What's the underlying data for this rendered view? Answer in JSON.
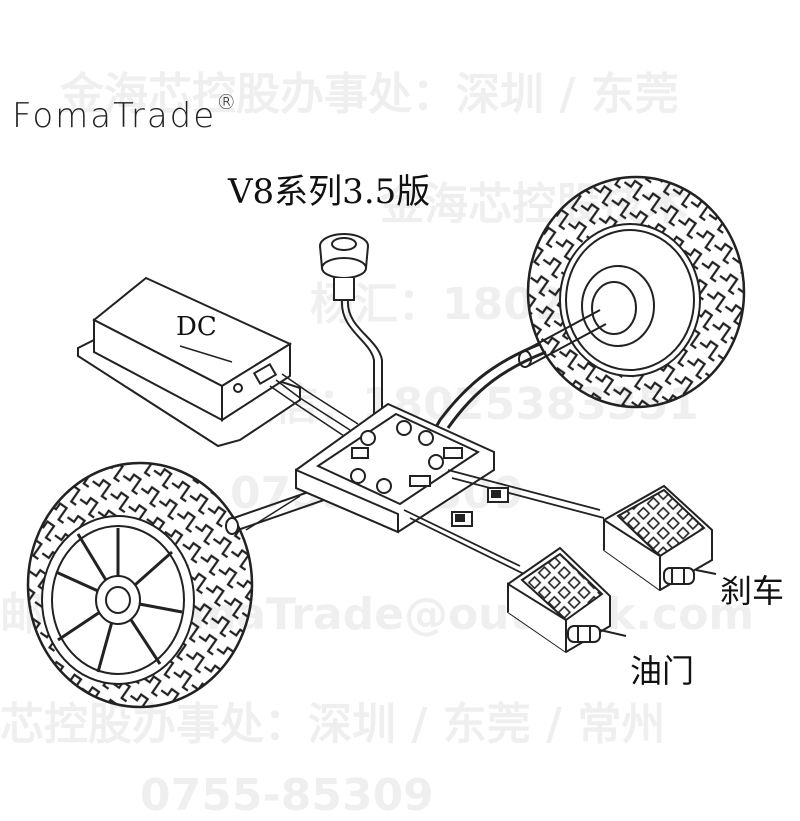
{
  "brand": {
    "name": "FomaTrade",
    "mark": "®"
  },
  "title": "V8系列3.5版",
  "labels": {
    "dc": "DC",
    "brake": "刹车",
    "throttle": "油门"
  },
  "watermark": {
    "line1": "金海芯控股办事处：深圳 / 东莞",
    "line2": "金海芯控股技术",
    "line3": "杨汇：1802532",
    "line4": "微信：18025383351",
    "line5": "0755-85309",
    "line6": "邮箱：FomaTrade@outlook.com",
    "line7": "芯控股办事处：深圳 / 东莞 / 常州",
    "line8": "0755-85309"
  }
}
